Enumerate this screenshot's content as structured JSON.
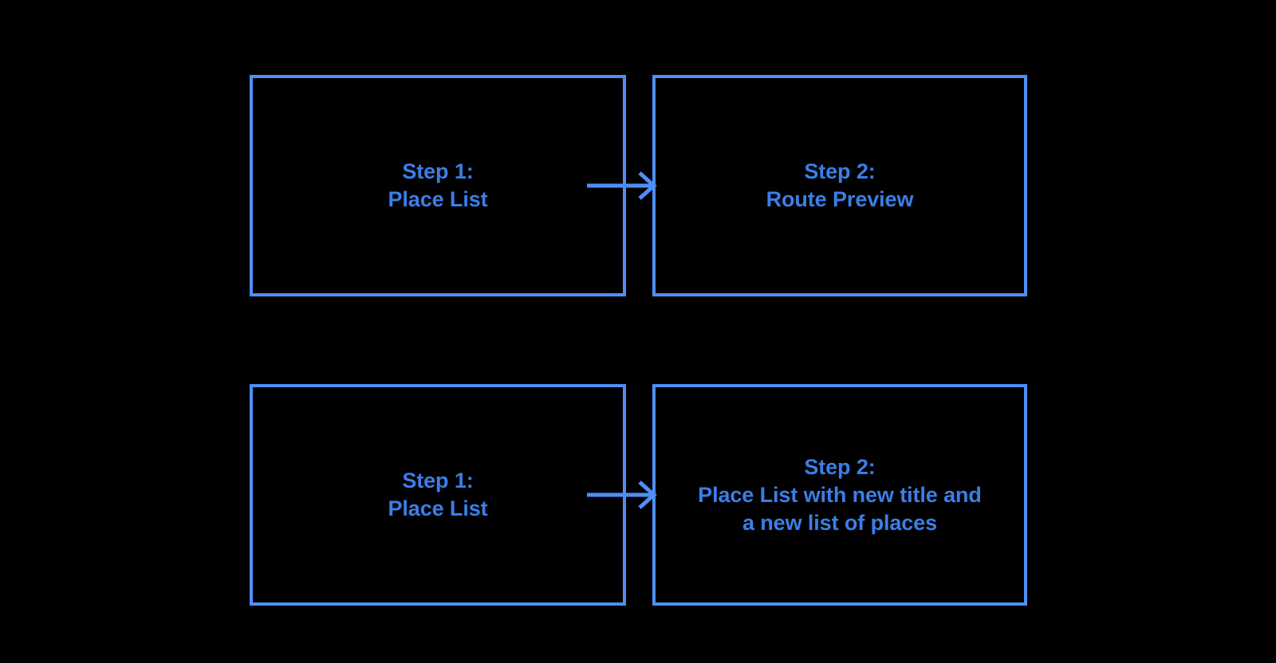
{
  "meta": {
    "background_color": "#000000",
    "stroke_color": "#4f8ef7",
    "text_color": "#3b7ee8"
  },
  "diagram": {
    "title": "",
    "flows": [
      {
        "id": "route-preview-flow",
        "steps": [
          {
            "id": "step-1-place-list",
            "label": "Step 1:\nPlace List"
          },
          {
            "id": "step-2-route-preview",
            "label": "Step 2:\nRoute Preview"
          }
        ],
        "connector": {
          "type": "arrow-right",
          "icon": "arrow-right-icon"
        }
      },
      {
        "id": "updated-place-list-flow",
        "steps": [
          {
            "id": "step-1-place-list",
            "label": "Step 1:\nPlace List"
          },
          {
            "id": "step-2-new-place-list",
            "label": "Step 2:\nPlace List with new title and\na new list of places"
          }
        ],
        "connector": {
          "type": "arrow-right",
          "icon": "arrow-right-icon"
        }
      }
    ]
  }
}
